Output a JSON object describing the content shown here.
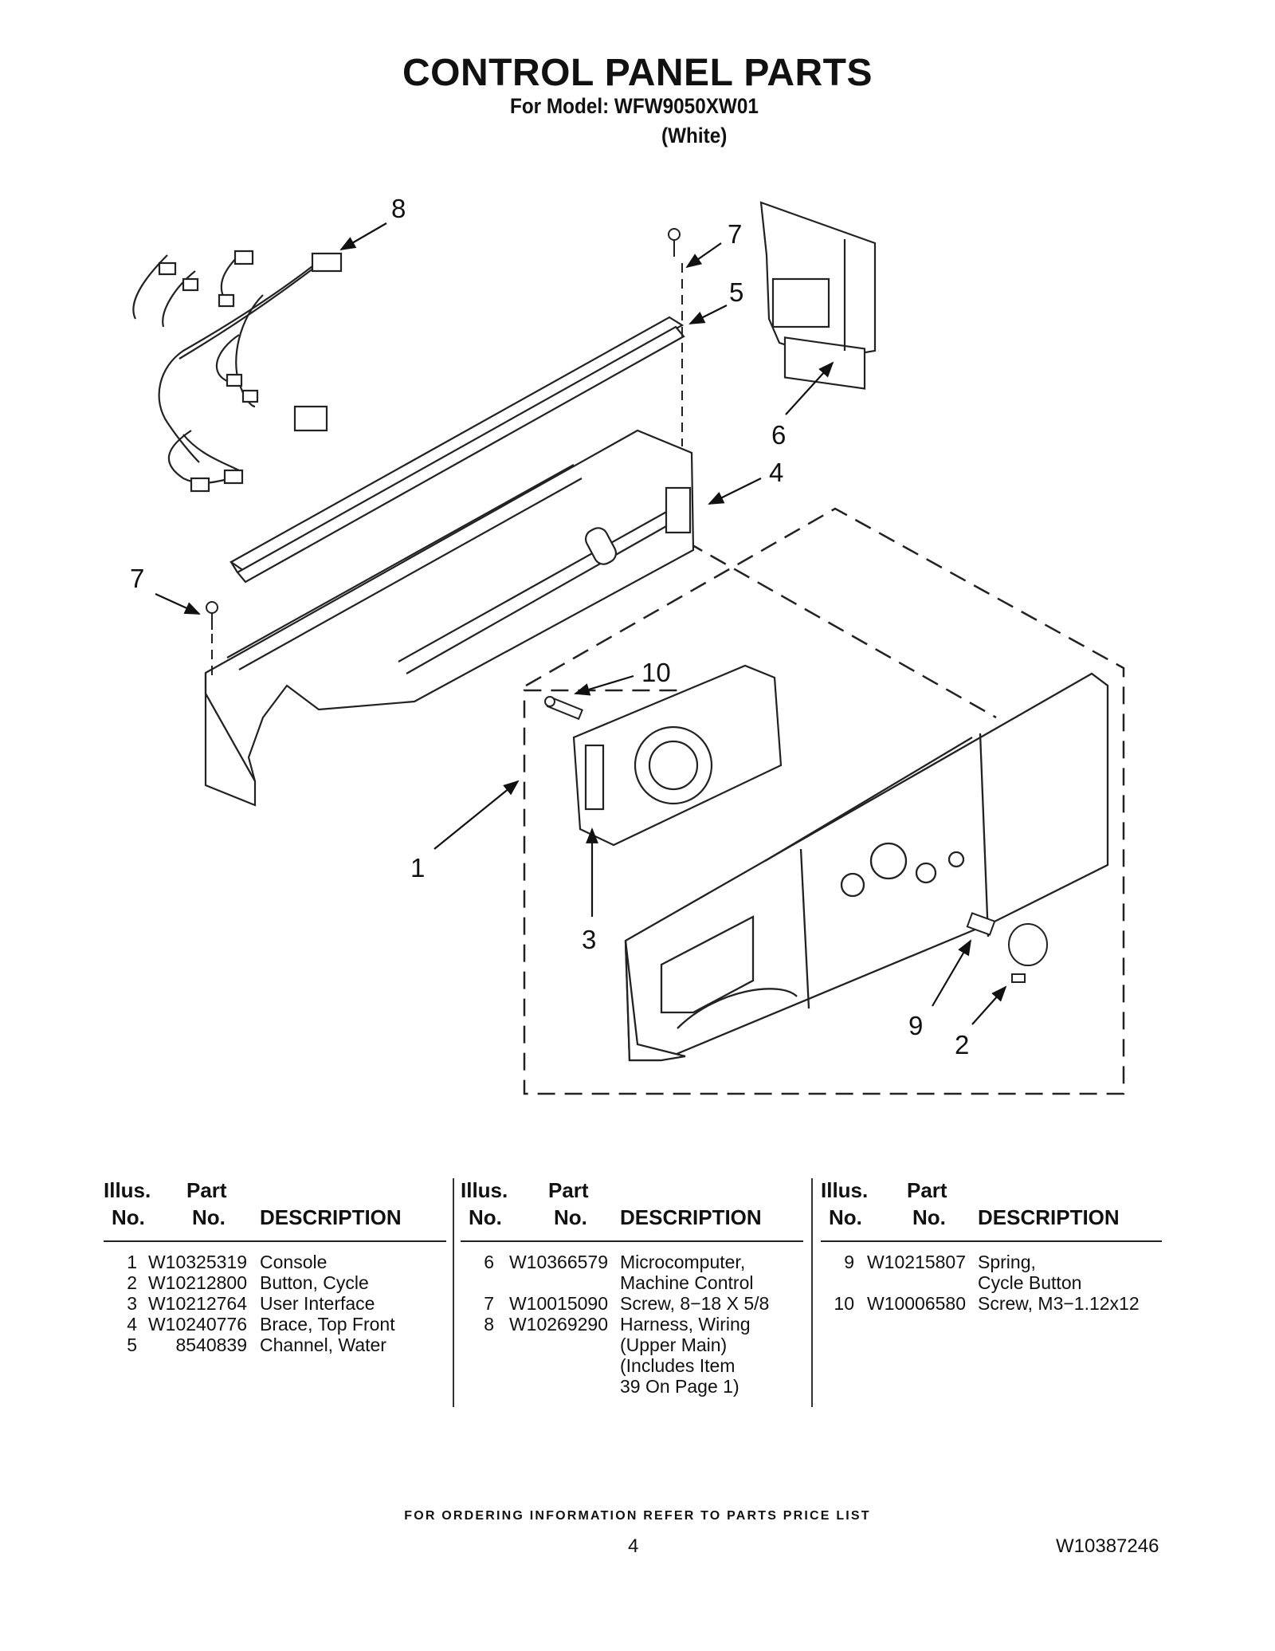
{
  "header": {
    "title": "CONTROL PANEL PARTS",
    "model_line": "For Model: WFW9050XW01",
    "color_line": "(White)"
  },
  "diagram": {
    "callouts": [
      "8",
      "7",
      "5",
      "6",
      "4",
      "7",
      "10",
      "1",
      "3",
      "9",
      "2"
    ]
  },
  "table": {
    "headers": {
      "illus_1": "Illus.",
      "illus_2": "No.",
      "part_1": "Part",
      "part_2": "No.",
      "description": "DESCRIPTION"
    },
    "columns": [
      [
        {
          "illus": "1",
          "part": "W10325319",
          "desc": [
            "Console"
          ]
        },
        {
          "illus": "2",
          "part": "W10212800",
          "desc": [
            "Button, Cycle"
          ]
        },
        {
          "illus": "3",
          "part": "W10212764",
          "desc": [
            "User Interface"
          ]
        },
        {
          "illus": "4",
          "part": "W10240776",
          "desc": [
            "Brace, Top Front"
          ]
        },
        {
          "illus": "5",
          "part": "8540839",
          "desc": [
            "Channel, Water"
          ]
        }
      ],
      [
        {
          "illus": "6",
          "part": "W10366579",
          "desc": [
            "Microcomputer,",
            "Machine Control"
          ]
        },
        {
          "illus": "7",
          "part": "W10015090",
          "desc": [
            "Screw, 8−18 X 5/8"
          ]
        },
        {
          "illus": "8",
          "part": "W10269290",
          "desc": [
            "Harness, Wiring",
            "(Upper Main)",
            "(Includes Item",
            "39 On Page 1)"
          ]
        }
      ],
      [
        {
          "illus": "9",
          "part": "W10215807",
          "desc": [
            "Spring,",
            "Cycle Button"
          ]
        },
        {
          "illus": "10",
          "part": "W10006580",
          "desc": [
            "Screw, M3−1.12x12"
          ]
        }
      ]
    ]
  },
  "footer": {
    "ordering_note": "FOR ORDERING INFORMATION REFER TO PARTS PRICE LIST",
    "page_number": "4",
    "document_number": "W10387246"
  }
}
